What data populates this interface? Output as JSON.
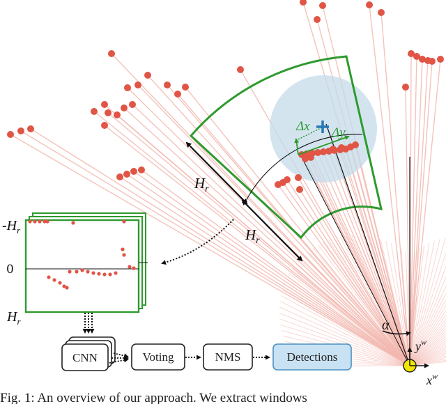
{
  "labels": {
    "hr_upper": "H",
    "hr_lower": "H",
    "hr_sub": "r",
    "delta_x": "Δx",
    "delta_y": "Δy",
    "alpha": "α",
    "yw_base": "y",
    "yw_sup": "w",
    "xw_base": "x",
    "xw_sup": "w",
    "axis_top": "-H",
    "axis_zero": "0",
    "axis_bottom": "H"
  },
  "pipeline": {
    "cnn": "CNN",
    "voting": "Voting",
    "nms": "NMS",
    "detections": "Detections"
  },
  "caption": "Fig. 1: An overview of our approach. We extract windows",
  "colors": {
    "points": "#e05545",
    "rays": "#f2b8b0",
    "window": "#2e9a2e",
    "blob": "#c4dbea",
    "cross": "#2878b5",
    "detections_fill": "#c9e2f3",
    "detections_stroke": "#4a90c2",
    "origin": "#f2e600"
  }
}
